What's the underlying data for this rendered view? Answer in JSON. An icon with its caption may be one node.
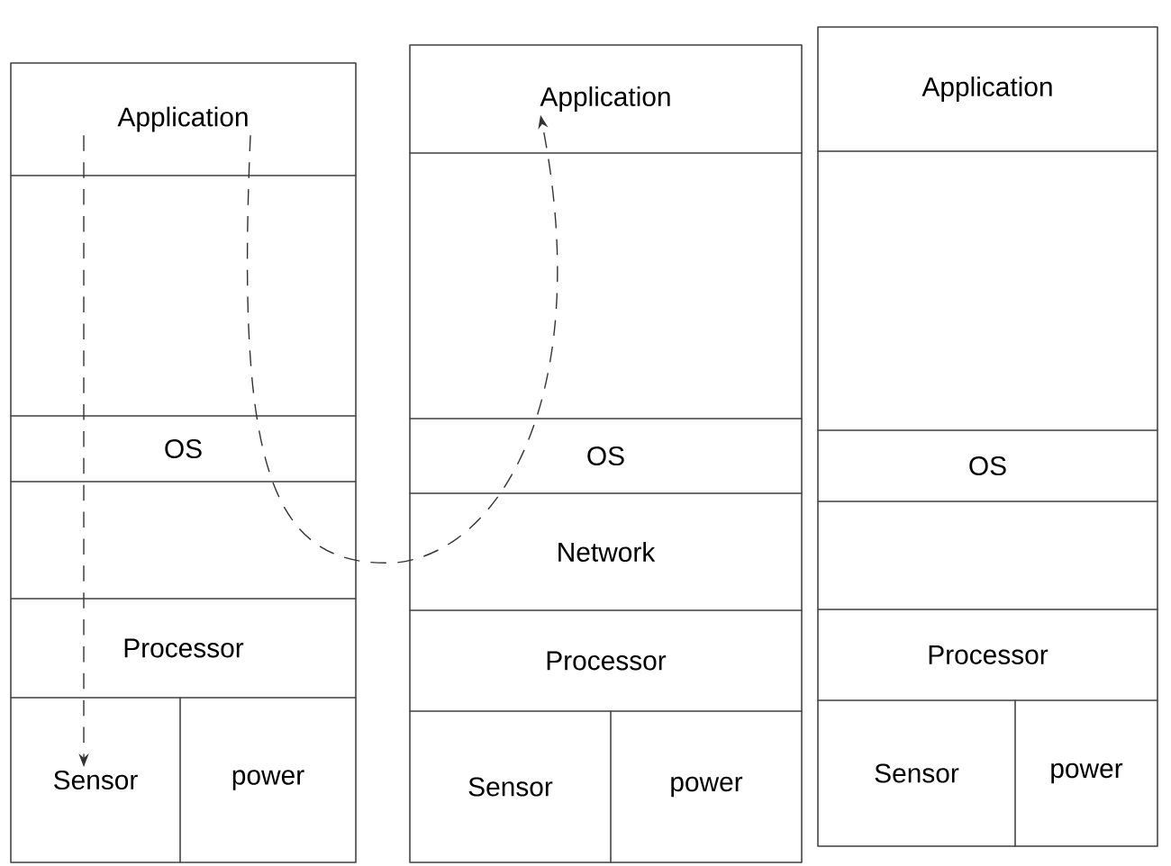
{
  "diagram": {
    "nodes": [
      {
        "text": [
          "Application"
        ]
      },
      {
        "text": [
          "OS"
        ]
      },
      {
        "text": [
          "Processor"
        ]
      },
      {
        "text": [
          "Sensor"
        ]
      },
      {
        "text": [
          "power"
        ]
      },
      {
        "text": [
          "Application"
        ]
      },
      {
        "text": [
          "OS"
        ]
      },
      {
        "text": [
          "Network"
        ]
      },
      {
        "text": [
          "Processor"
        ]
      },
      {
        "text": [
          "Sensor"
        ]
      },
      {
        "text": [
          "power"
        ]
      },
      {
        "text": [
          "Application"
        ]
      },
      {
        "text": [
          "OS"
        ]
      },
      {
        "text": [
          "Processor"
        ]
      },
      {
        "text": [
          "Sensor"
        ]
      },
      {
        "text": [
          "power"
        ]
      }
    ],
    "edges": [
      {
        "from": 0,
        "to": 3,
        "arrow": "to",
        "style": "dashed"
      },
      {
        "from": 0,
        "to": 5,
        "arrow": "to",
        "style": "dashed"
      }
    ]
  }
}
